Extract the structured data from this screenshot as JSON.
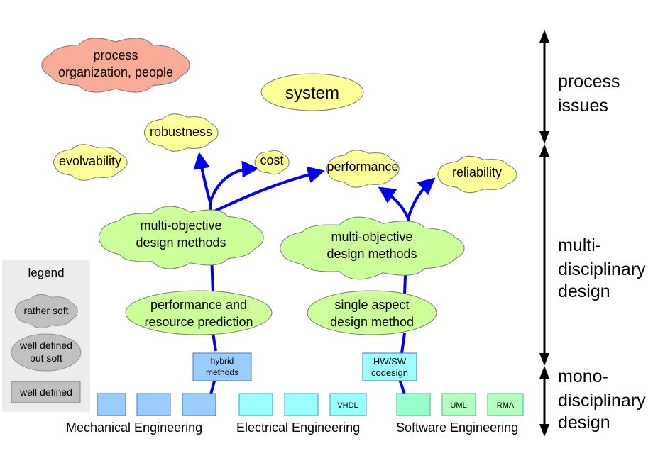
{
  "colors": {
    "red_cloud": "#f8ac98",
    "yellow_cloud": "#ffff99",
    "green_cloud": "#ccff99",
    "gray_cloud": "#c0c0c0",
    "legend_bg": "#ececec",
    "arrow_blue": "#0000ee",
    "mech_box": "#99ccff",
    "elec_box": "#99ffff",
    "soft_box": "#99ffcc",
    "green_box": "#b3ffbf"
  },
  "clouds": {
    "process": [
      "process",
      "organization, people"
    ],
    "system": "system",
    "robustness": "robustness",
    "evolvability": "evolvability",
    "cost": "cost",
    "performance": "performance",
    "reliability": "reliability",
    "mo_left": [
      "multi-objective",
      "design methods"
    ],
    "mo_right": [
      "multi-objective",
      "design methods"
    ],
    "perf_pred": [
      "performance and",
      "resource prediction"
    ],
    "single": [
      "single aspect",
      "design method"
    ]
  },
  "boxes": {
    "hybrid": [
      "hybrid",
      "methods"
    ],
    "hwsw": [
      "HW/SW",
      "codesign"
    ],
    "vhdl": "VHDL",
    "uml": "UML",
    "rma": "RMA"
  },
  "engineering": {
    "mechanical": "Mechanical Engineering",
    "electrical": "Electrical Engineering",
    "software": "Software Engineering"
  },
  "legend": {
    "title": "legend",
    "rather_soft": "rather soft",
    "well_defined_soft": [
      "well defined",
      "but soft"
    ],
    "well_defined": "well defined"
  },
  "levels": {
    "process": [
      "process",
      "issues"
    ],
    "multi": [
      "multi-",
      "disciplinary",
      "design"
    ],
    "mono": [
      "mono-",
      "disciplinary",
      "design"
    ]
  },
  "icons": [
    "double-arrow-icon"
  ]
}
